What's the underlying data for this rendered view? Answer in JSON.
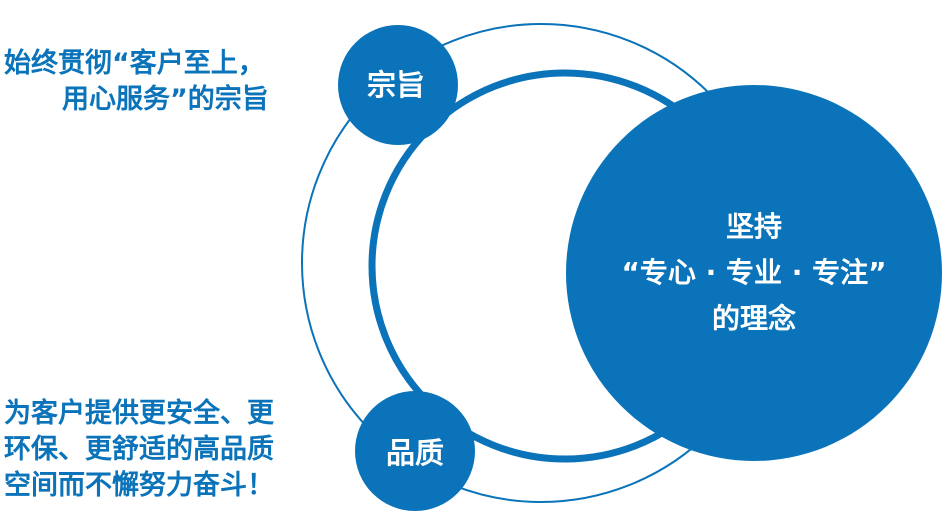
{
  "colors": {
    "primary": "#0b73b9",
    "text_on_primary": "#ffffff"
  },
  "mission": {
    "label": "宗旨",
    "text_line1": "始终贯彻“客户至上，",
    "text_line2": "用心服务”的宗旨"
  },
  "quality": {
    "label": "品质",
    "text_line1": "为客户提供更安全、更",
    "text_line2": "环保、更舒适的高品质",
    "text_line3": "空间而不懈努力奋斗！"
  },
  "core": {
    "line1": "坚持",
    "line2": "“专心 · 专业 · 专注”",
    "line3": "的理念"
  }
}
